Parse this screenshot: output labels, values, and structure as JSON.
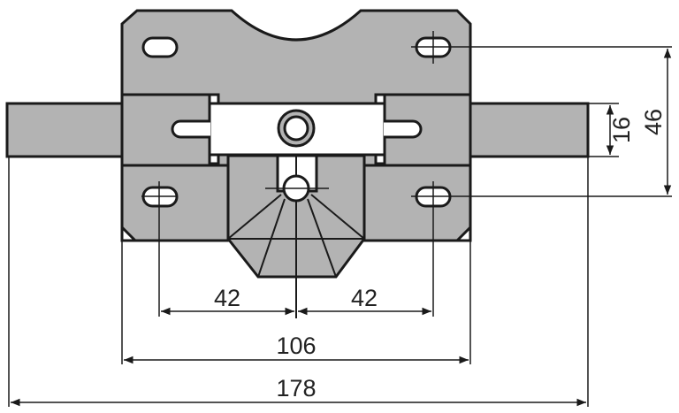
{
  "colors": {
    "part": "#b3b3b3",
    "line": "#1a1a1a",
    "background": "#ffffff"
  },
  "dimensions": {
    "hole_left_offset": "42",
    "hole_right_offset": "42",
    "plate_width": "106",
    "total_length": "178",
    "rod_height": "16",
    "hole_spacing_vertical": "46"
  }
}
